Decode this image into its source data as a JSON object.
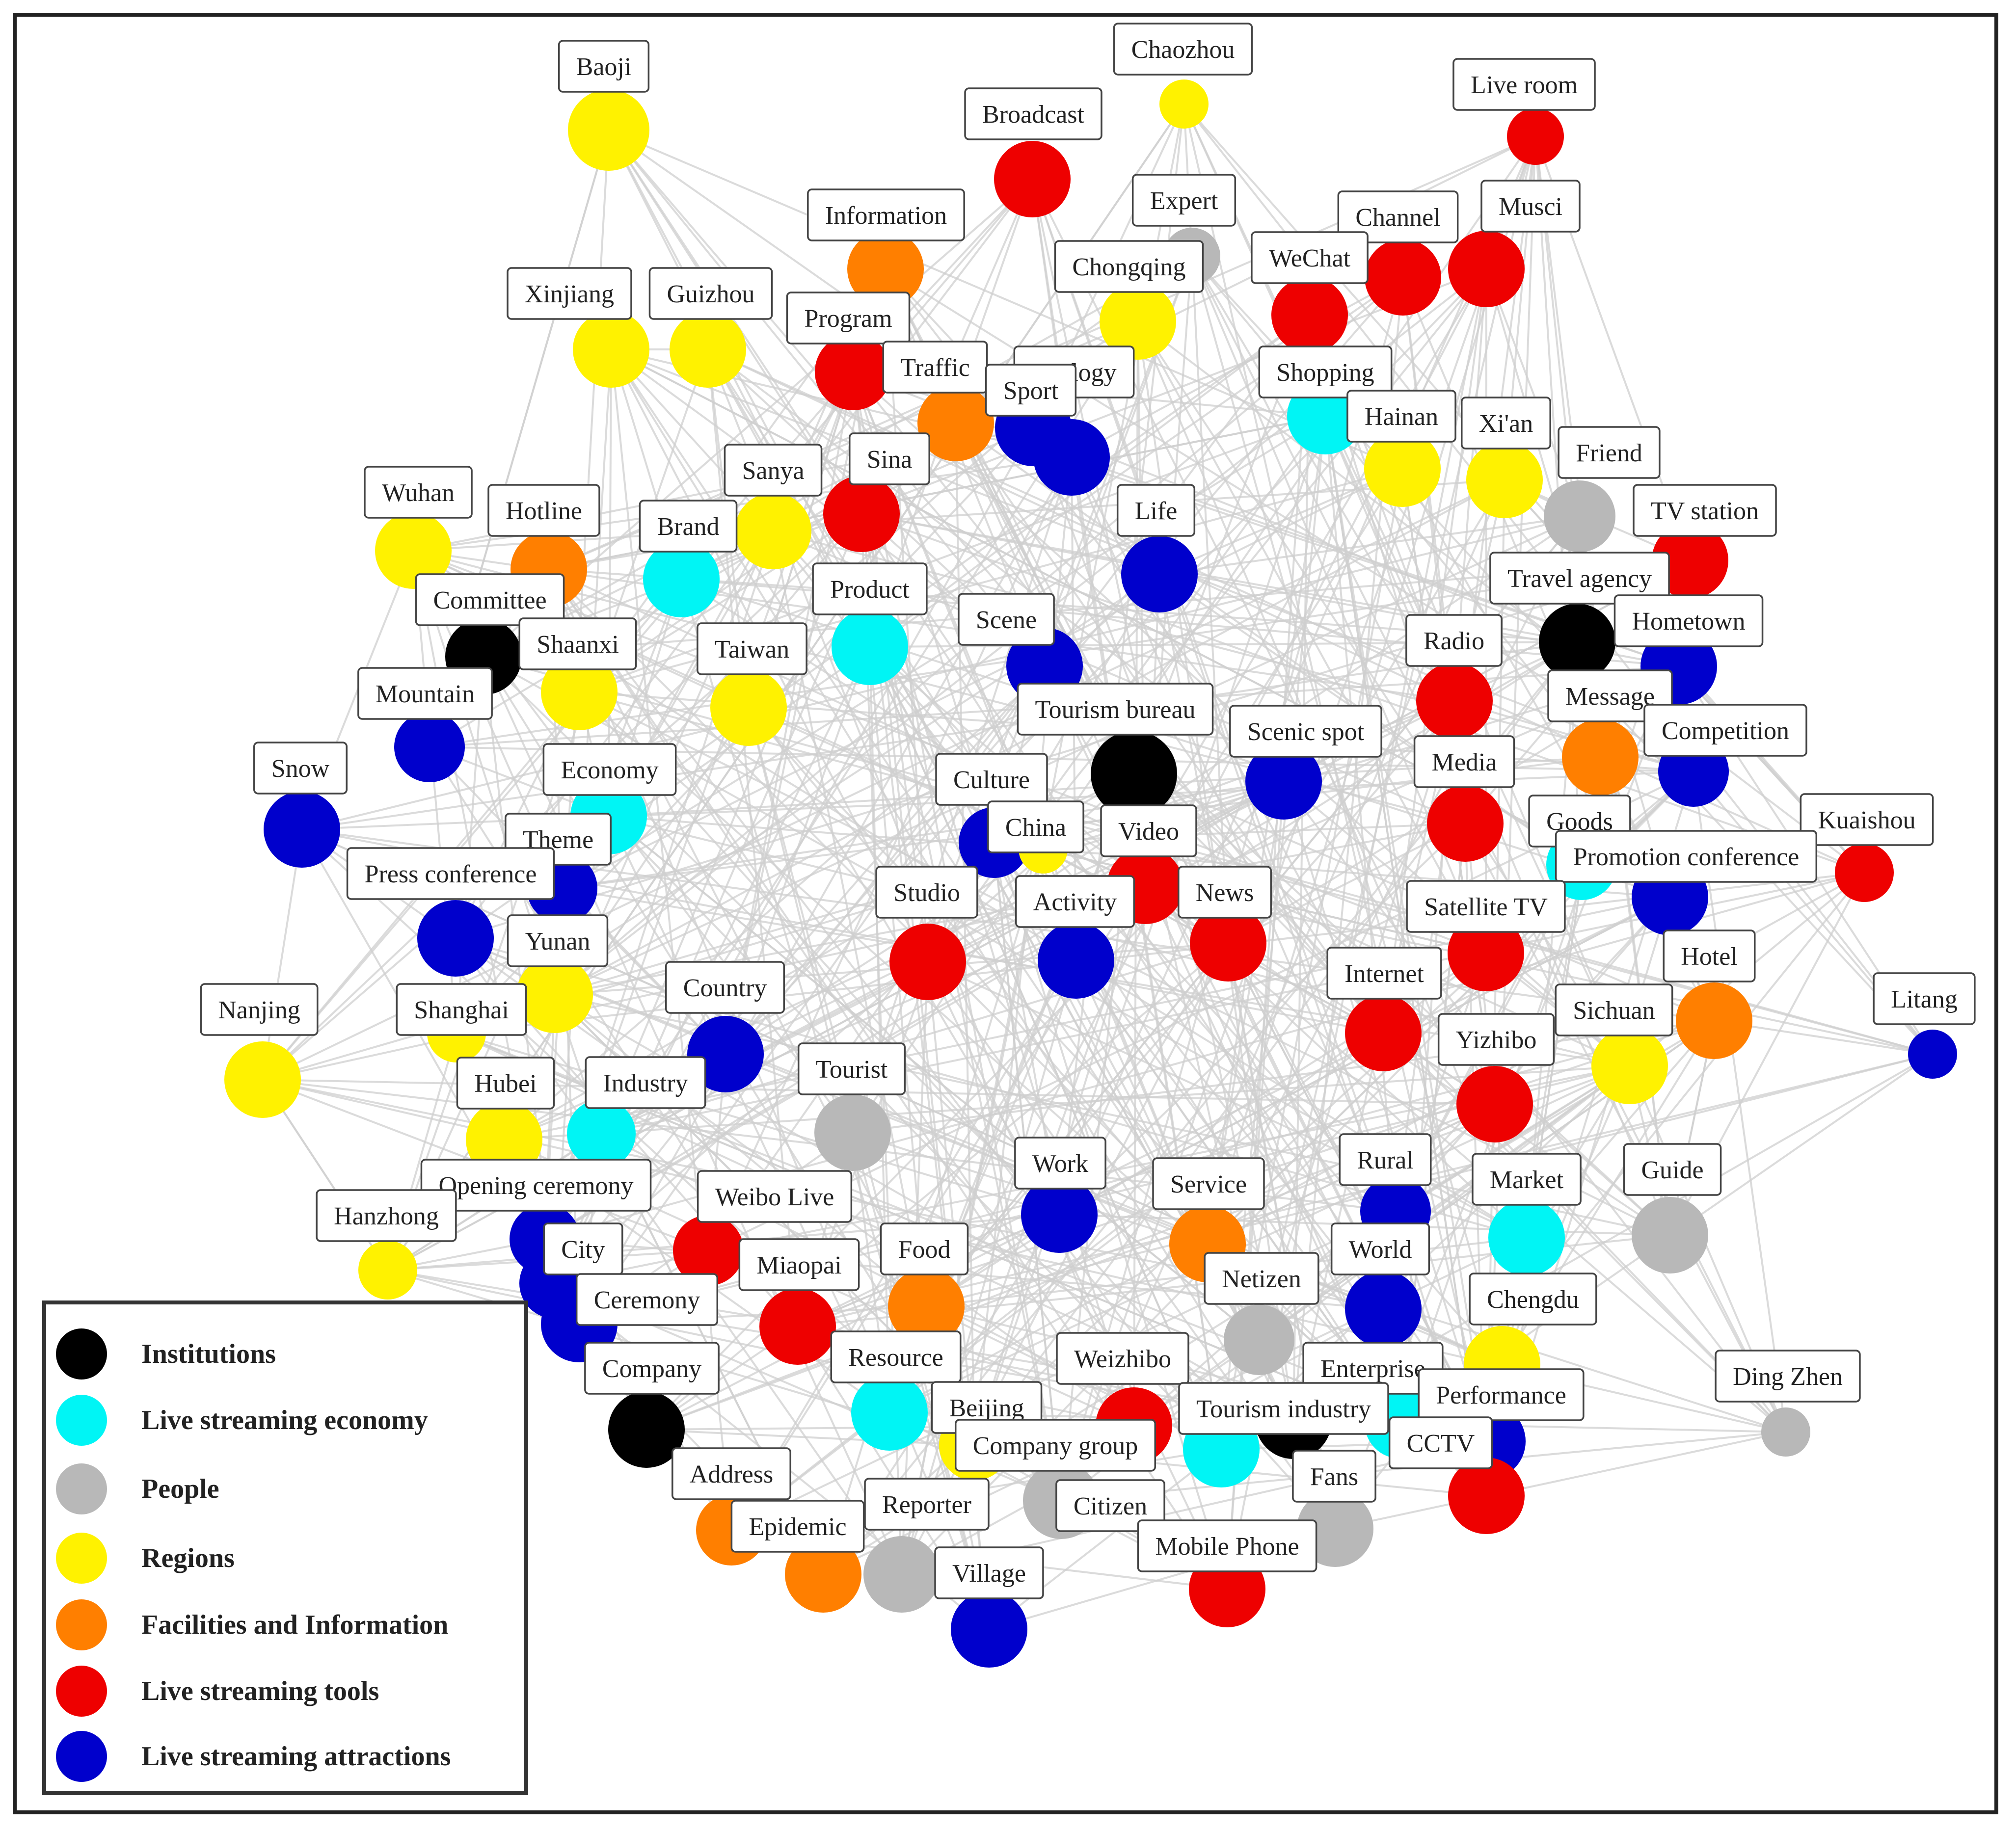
{
  "legend": {
    "items": [
      {
        "label": "Institutions",
        "color": "#000000",
        "category": "institutions"
      },
      {
        "label": "Live streaming economy",
        "color": "#00f5f5",
        "category": "economy"
      },
      {
        "label": "People",
        "color": "#b8b8b8",
        "category": "people"
      },
      {
        "label": "Regions",
        "color": "#fff200",
        "category": "regions"
      },
      {
        "label": "Facilities and Information",
        "color": "#ff7f00",
        "category": "facilities"
      },
      {
        "label": "Live streaming tools",
        "color": "#ee0000",
        "category": "tools"
      },
      {
        "label": "Live streaming attractions",
        "color": "#0000cc",
        "category": "attractions"
      }
    ]
  },
  "graph": {
    "edge_color": "#cfcfcf",
    "nodes": [
      {
        "label": "Baoji",
        "category": "regions"
      },
      {
        "label": "Chaozhou",
        "category": "regions"
      },
      {
        "label": "Live room",
        "category": "tools"
      },
      {
        "label": "Broadcast",
        "category": "tools"
      },
      {
        "label": "Expert",
        "category": "people"
      },
      {
        "label": "Musci",
        "category": "tools"
      },
      {
        "label": "Channel",
        "category": "tools"
      },
      {
        "label": "Information",
        "category": "facilities"
      },
      {
        "label": "WeChat",
        "category": "tools"
      },
      {
        "label": "Chongqing",
        "category": "regions"
      },
      {
        "label": "Xinjiang",
        "category": "regions"
      },
      {
        "label": "Guizhou",
        "category": "regions"
      },
      {
        "label": "Program",
        "category": "tools"
      },
      {
        "label": "Traffic",
        "category": "facilities"
      },
      {
        "label": "Ecology",
        "category": "attractions"
      },
      {
        "label": "Shopping",
        "category": "economy"
      },
      {
        "label": "Hainan",
        "category": "regions"
      },
      {
        "label": "Xi'an",
        "category": "regions"
      },
      {
        "label": "Friend",
        "category": "people"
      },
      {
        "label": "Sport",
        "category": "attractions"
      },
      {
        "label": "Sina",
        "category": "tools"
      },
      {
        "label": "Sanya",
        "category": "regions"
      },
      {
        "label": "Wuhan",
        "category": "regions"
      },
      {
        "label": "Hotline",
        "category": "facilities"
      },
      {
        "label": "Brand",
        "category": "economy"
      },
      {
        "label": "Life",
        "category": "attractions"
      },
      {
        "label": "TV station",
        "category": "tools"
      },
      {
        "label": "Travel agency",
        "category": "institutions"
      },
      {
        "label": "Product",
        "category": "economy"
      },
      {
        "label": "Committee",
        "category": "institutions"
      },
      {
        "label": "Scene",
        "category": "attractions"
      },
      {
        "label": "Hometown",
        "category": "attractions"
      },
      {
        "label": "Radio",
        "category": "tools"
      },
      {
        "label": "Shaanxi",
        "category": "regions"
      },
      {
        "label": "Taiwan",
        "category": "regions"
      },
      {
        "label": "Mountain",
        "category": "attractions"
      },
      {
        "label": "Tourism bureau",
        "category": "institutions"
      },
      {
        "label": "Message",
        "category": "facilities"
      },
      {
        "label": "Scenic spot",
        "category": "attractions"
      },
      {
        "label": "Competition",
        "category": "attractions"
      },
      {
        "label": "Economy",
        "category": "economy"
      },
      {
        "label": "Media",
        "category": "tools"
      },
      {
        "label": "Snow",
        "category": "attractions"
      },
      {
        "label": "Culture",
        "category": "attractions"
      },
      {
        "label": "Goods",
        "category": "economy"
      },
      {
        "label": "Kuaishou",
        "category": "tools"
      },
      {
        "label": "China",
        "category": "regions"
      },
      {
        "label": "Video",
        "category": "tools"
      },
      {
        "label": "Theme",
        "category": "attractions"
      },
      {
        "label": "Promotion conference",
        "category": "attractions"
      },
      {
        "label": "Press conference",
        "category": "attractions"
      },
      {
        "label": "Studio",
        "category": "tools"
      },
      {
        "label": "Activity",
        "category": "attractions"
      },
      {
        "label": "News",
        "category": "tools"
      },
      {
        "label": "Satellite TV",
        "category": "tools"
      },
      {
        "label": "Yunan",
        "category": "regions"
      },
      {
        "label": "Hotel",
        "category": "facilities"
      },
      {
        "label": "Country",
        "category": "attractions"
      },
      {
        "label": "Internet",
        "category": "tools"
      },
      {
        "label": "Litang",
        "category": "attractions"
      },
      {
        "label": "Nanjing",
        "category": "regions"
      },
      {
        "label": "Shanghai",
        "category": "regions"
      },
      {
        "label": "Sichuan",
        "category": "regions"
      },
      {
        "label": "Yizhibo",
        "category": "tools"
      },
      {
        "label": "Tourist",
        "category": "people"
      },
      {
        "label": "Hubei",
        "category": "regions"
      },
      {
        "label": "Industry",
        "category": "economy"
      },
      {
        "label": "Work",
        "category": "attractions"
      },
      {
        "label": "Rural",
        "category": "attractions"
      },
      {
        "label": "Guide",
        "category": "people"
      },
      {
        "label": "Service",
        "category": "facilities"
      },
      {
        "label": "Market",
        "category": "economy"
      },
      {
        "label": "Opening ceremony",
        "category": "attractions"
      },
      {
        "label": "Weibo Live",
        "category": "tools"
      },
      {
        "label": "Hanzhong",
        "category": "regions"
      },
      {
        "label": "City",
        "category": "attractions"
      },
      {
        "label": "Food",
        "category": "facilities"
      },
      {
        "label": "World",
        "category": "attractions"
      },
      {
        "label": "Miaopai",
        "category": "tools"
      },
      {
        "label": "Netizen",
        "category": "people"
      },
      {
        "label": "Ceremony",
        "category": "attractions"
      },
      {
        "label": "Chengdu",
        "category": "regions"
      },
      {
        "label": "Ding Zhen",
        "category": "people"
      },
      {
        "label": "Company",
        "category": "institutions"
      },
      {
        "label": "Resource",
        "category": "economy"
      },
      {
        "label": "Weizhibo",
        "category": "tools"
      },
      {
        "label": "Enterprise",
        "category": "economy"
      },
      {
        "label": "Performance",
        "category": "attractions"
      },
      {
        "label": "Beijing",
        "category": "regions"
      },
      {
        "label": "Tourism industry",
        "category": "institutions"
      },
      {
        "label": "Company group",
        "category": "economy"
      },
      {
        "label": "CCTV",
        "category": "tools"
      },
      {
        "label": "Address",
        "category": "facilities"
      },
      {
        "label": "Fans",
        "category": "people"
      },
      {
        "label": "Reporter",
        "category": "people"
      },
      {
        "label": "Citizen",
        "category": "people"
      },
      {
        "label": "Epidemic",
        "category": "facilities"
      },
      {
        "label": "Mobile Phone",
        "category": "tools"
      },
      {
        "label": "Village",
        "category": "attractions"
      }
    ]
  }
}
